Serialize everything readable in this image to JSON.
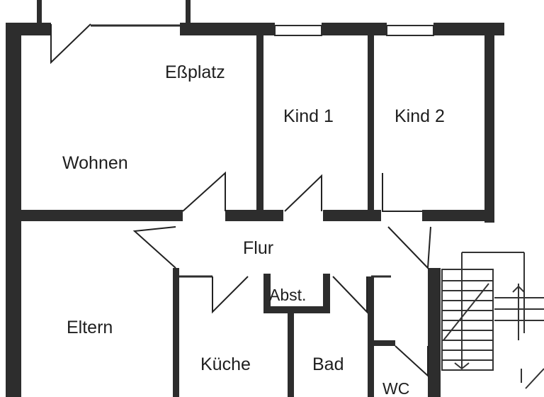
{
  "rooms": {
    "essplatz": "Eßplatz",
    "wohnen": "Wohnen",
    "kind1": "Kind 1",
    "kind2": "Kind 2",
    "flur": "Flur",
    "abst": "Abst.",
    "eltern": "Eltern",
    "kueche": "Küche",
    "bad": "Bad",
    "wc": "WC"
  },
  "colors": {
    "wall": "#2d2d2d",
    "background": "#ffffff"
  }
}
